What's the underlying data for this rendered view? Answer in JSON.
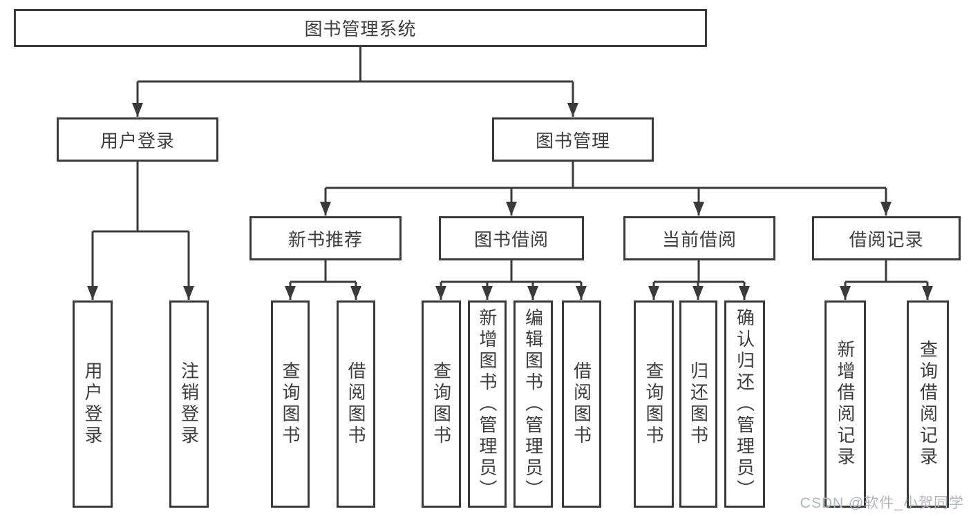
{
  "colors": {
    "line": "#3a3a3a",
    "text": "#3d3d3d",
    "box_bg": "#ffffff",
    "watermark": "#b0b6bf"
  },
  "watermark": "CSDN @软件_小贺同学",
  "tree": {
    "label": "图书管理系统",
    "children": [
      {
        "label": "用户登录",
        "children": [
          {
            "label": "用户登录"
          },
          {
            "label": "注销登录"
          }
        ]
      },
      {
        "label": "图书管理",
        "children": [
          {
            "label": "新书推荐",
            "children": [
              {
                "label": "查询图书"
              },
              {
                "label": "借阅图书"
              }
            ]
          },
          {
            "label": "图书借阅",
            "children": [
              {
                "label": "查询图书"
              },
              {
                "label": "新增图书（管理员）"
              },
              {
                "label": "编辑图书（管理员）"
              },
              {
                "label": "借阅图书"
              }
            ]
          },
          {
            "label": "当前借阅",
            "children": [
              {
                "label": "查询图书"
              },
              {
                "label": "归还图书"
              },
              {
                "label": "确认归还（管理员）"
              }
            ]
          },
          {
            "label": "借阅记录",
            "children": [
              {
                "label": "新增借阅记录"
              },
              {
                "label": "查询借阅记录"
              }
            ]
          }
        ]
      }
    ]
  }
}
